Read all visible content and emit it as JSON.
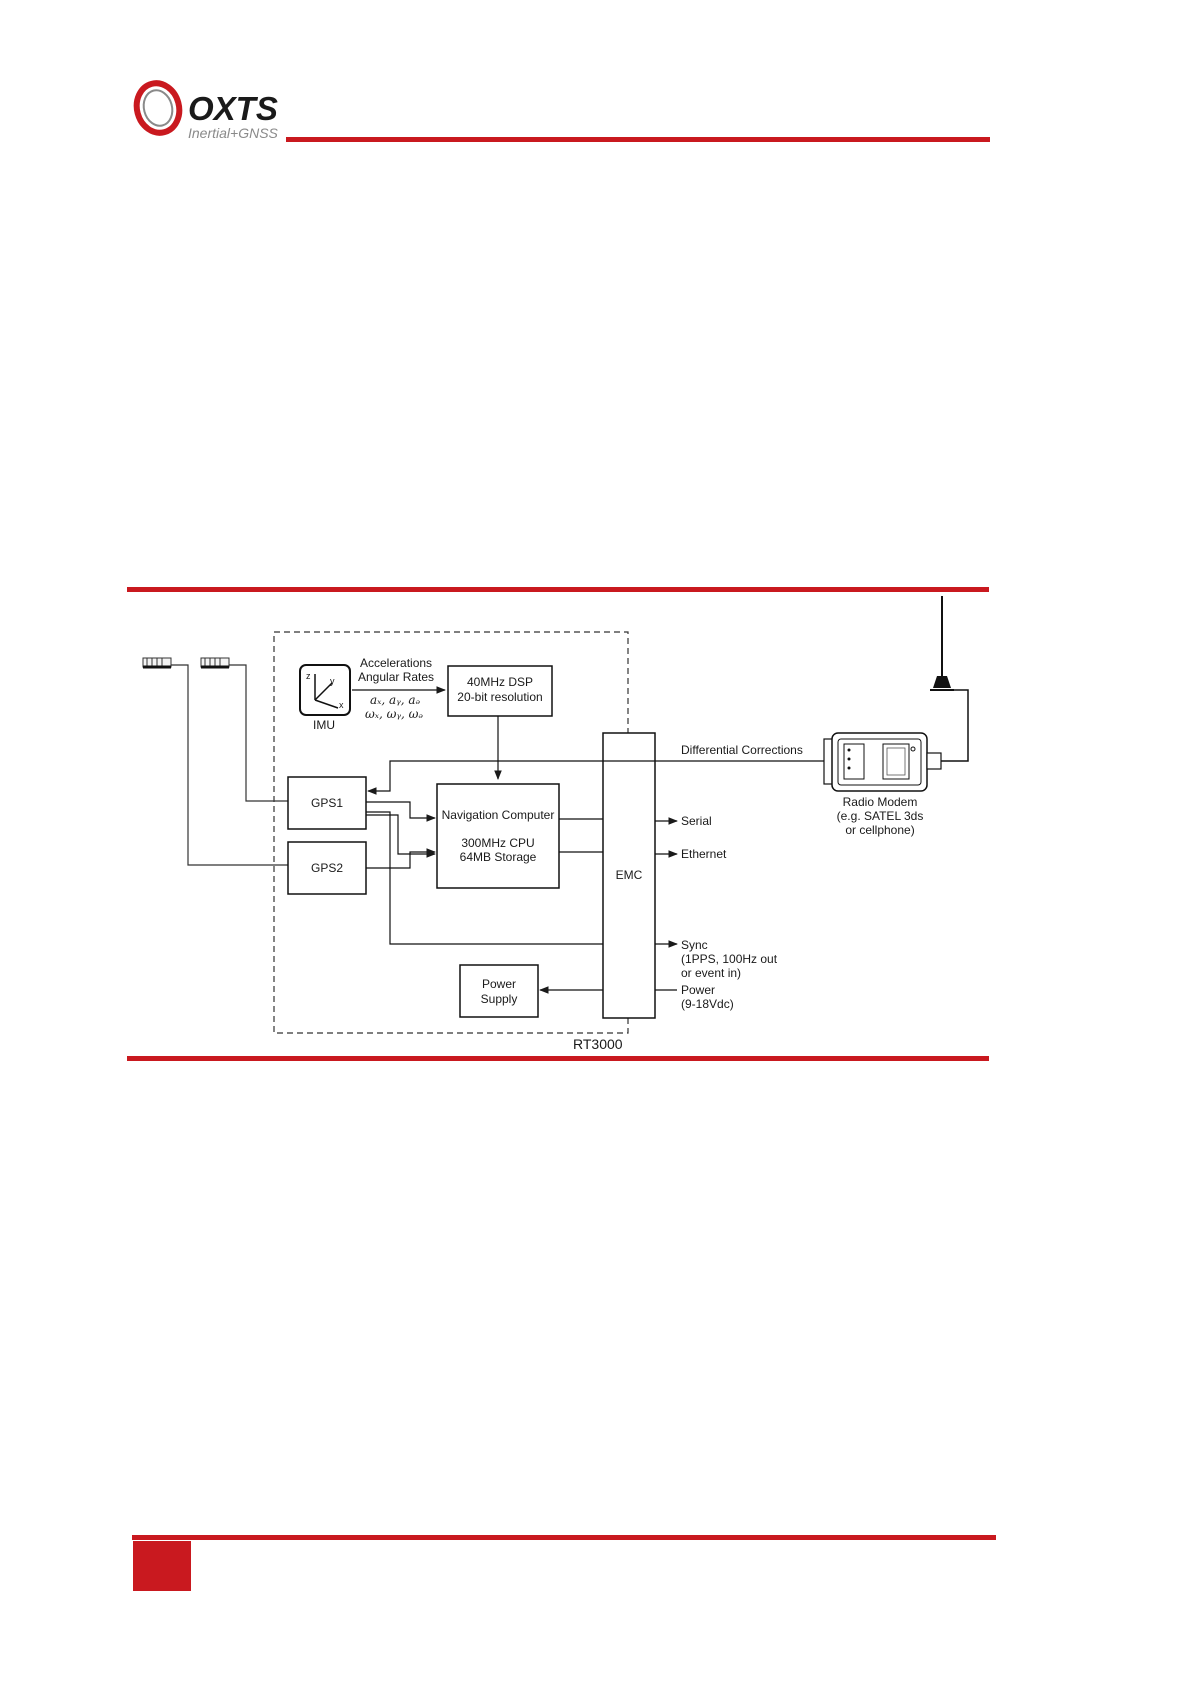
{
  "header": {
    "brand": "OXTS",
    "tagline": "Inertial+GNSS",
    "accent_color": "#c9191f"
  },
  "diagram": {
    "imu": {
      "label": "IMU",
      "axis_z": "z",
      "axis_y": "y",
      "axis_x": "x",
      "signals_line1": "Accelerations",
      "signals_line2": "Angular Rates",
      "accel_symbols": "aₓ, aᵧ, aₔ",
      "rate_symbols": "ωₓ, ωᵧ, ωₔ"
    },
    "dsp": {
      "line1": "40MHz DSP",
      "line2": "20-bit resolution"
    },
    "gps1": "GPS1",
    "gps2": "GPS2",
    "nav_computer": {
      "line1": "Navigation Computer",
      "line2": "300MHz CPU",
      "line3": "64MB Storage"
    },
    "emc": "EMC",
    "power_supply": {
      "line1": "Power",
      "line2": "Supply"
    },
    "enclosure_label": "RT3000",
    "outputs": {
      "differential": "Differential Corrections",
      "serial": "Serial",
      "ethernet": "Ethernet",
      "sync_line1": "Sync",
      "sync_line2": "(1PPS, 100Hz out",
      "sync_line3": "or event in)",
      "power_line1": "Power",
      "power_line2": "(9-18Vdc)"
    },
    "radio_modem": {
      "line1": "Radio Modem",
      "line2": "(e.g. SATEL 3ds",
      "line3": "or cellphone)"
    }
  }
}
